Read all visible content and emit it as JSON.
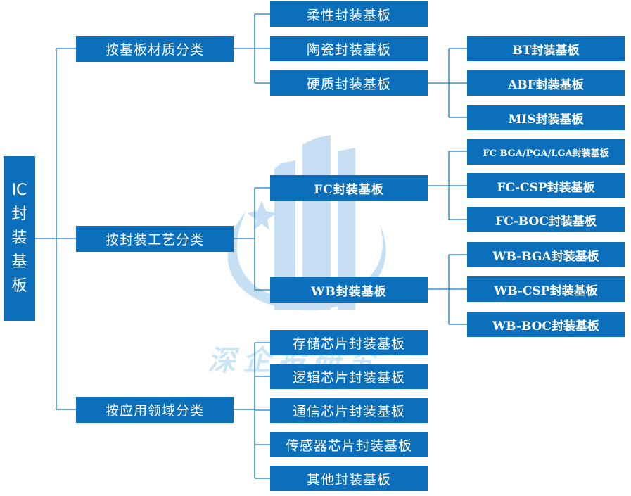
{
  "root": {
    "label": "IC封装基板"
  },
  "categories": [
    {
      "label": "按基板材质分类",
      "children": [
        {
          "label": "柔性封装基板"
        },
        {
          "label": "陶瓷封装基板"
        },
        {
          "label": "硬质封装基板",
          "children": [
            "BT封装基板",
            "ABF封装基板",
            "MIS封装基板"
          ]
        }
      ]
    },
    {
      "label": "按封装工艺分类",
      "children": [
        {
          "label": "FC封装基板",
          "children": [
            "FC BGA/PGA/LGA封装基板",
            "FC-CSP封装基板",
            "FC-BOC封装基板"
          ]
        },
        {
          "label": "WB封装基板",
          "children": [
            "WB-BGA封装基板",
            "WB-CSP封装基板",
            "WB-BOC封装基板"
          ]
        }
      ]
    },
    {
      "label": "按应用领域分类",
      "children": [
        {
          "label": "存储芯片封装基板"
        },
        {
          "label": "逻辑芯片封装基板"
        },
        {
          "label": "通信芯片封装基板"
        },
        {
          "label": "传感器芯片封装基板"
        },
        {
          "label": "其他封装基板"
        }
      ]
    }
  ],
  "watermark": {
    "text": "深企投研究"
  },
  "colors": {
    "node_fill": "#0c6fbb",
    "connector": "#1a7cc6",
    "node_text": "#ffffff",
    "watermark": "#9fd0ee"
  }
}
